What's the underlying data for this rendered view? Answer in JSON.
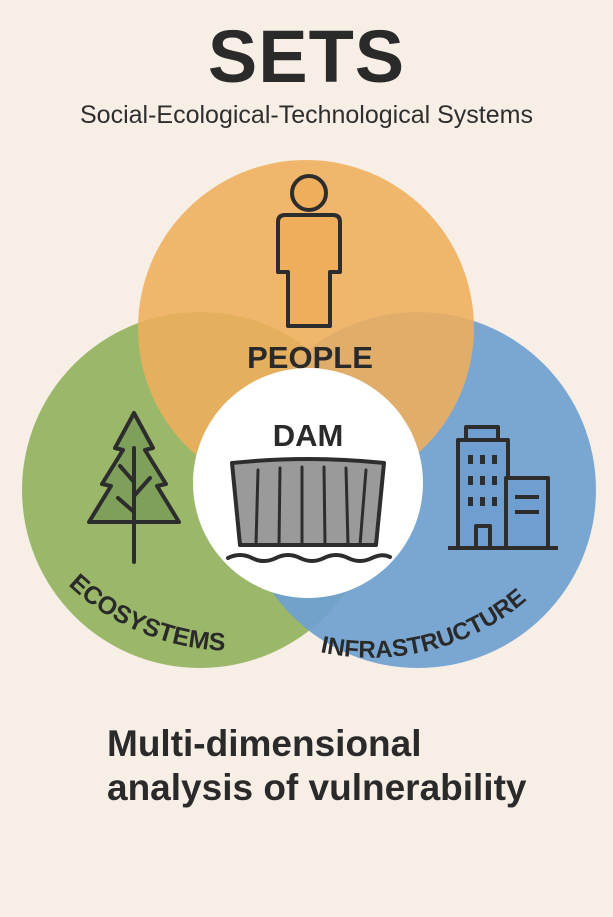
{
  "header": {
    "title": "SETS",
    "subtitle": "Social-Ecological-Technological Systems"
  },
  "diagram": {
    "center_label": "DAM",
    "circles": [
      {
        "label": "PEOPLE",
        "icon": "person-icon",
        "color": "#efae5b"
      },
      {
        "label": "ECOSYSTEMS",
        "icon": "tree-icon",
        "color": "#93b35f"
      },
      {
        "label": "INFRASTRUCTURE",
        "icon": "buildings-icon",
        "color": "#6f9fd0"
      }
    ],
    "center_icon": "dam-icon",
    "center_color": "#ffffff"
  },
  "footer": {
    "line1": "Multi-dimensional",
    "line2": "analysis of vulnerability"
  }
}
